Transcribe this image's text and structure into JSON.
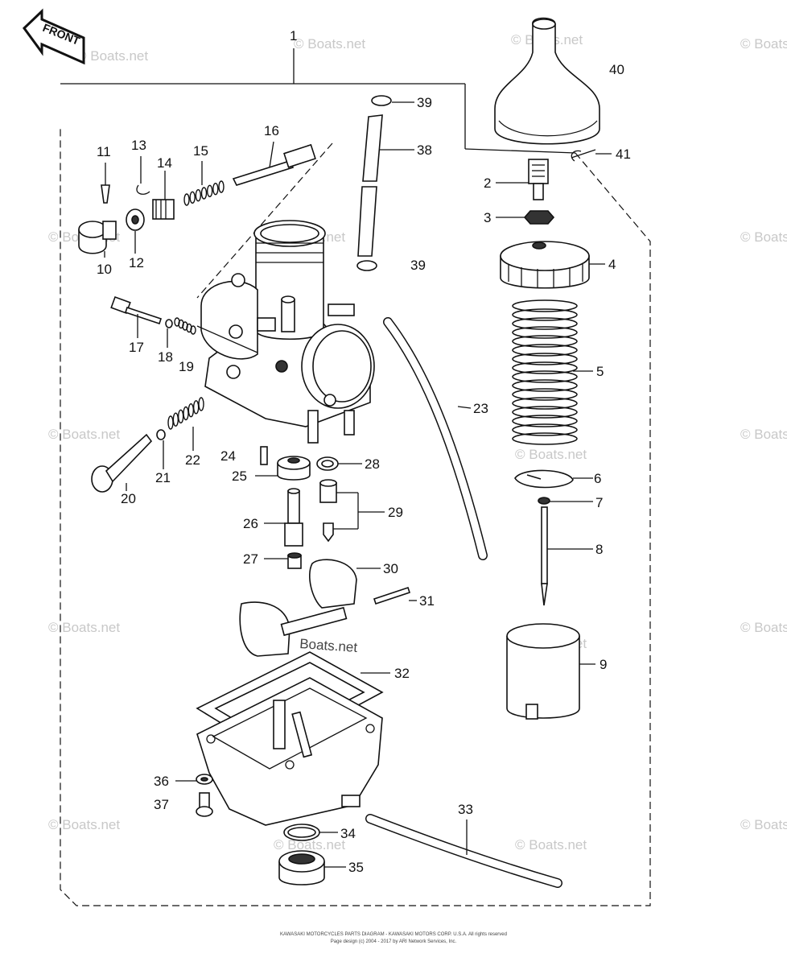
{
  "front_arrow": {
    "text": "FRONT"
  },
  "watermark": "© Boats.net",
  "center_watermark": "Boats.net",
  "footer": {
    "line1": "KAWASAKI MOTORCYCLES PARTS DIAGRAM - KAWASAKI MOTORS CORP. U.S.A. All rights reserved",
    "line2": "Page design (c) 2004 - 2017 by ARI Network Services, Inc."
  },
  "callouts": [
    "1",
    "2",
    "3",
    "4",
    "5",
    "6",
    "7",
    "8",
    "9",
    "10",
    "11",
    "12",
    "13",
    "14",
    "15",
    "16",
    "17",
    "18",
    "19",
    "20",
    "21",
    "22",
    "23",
    "24",
    "25",
    "26",
    "27",
    "28",
    "29",
    "30",
    "31",
    "32",
    "33",
    "34",
    "35",
    "36",
    "37",
    "38",
    "39",
    "39",
    "40",
    "41"
  ]
}
